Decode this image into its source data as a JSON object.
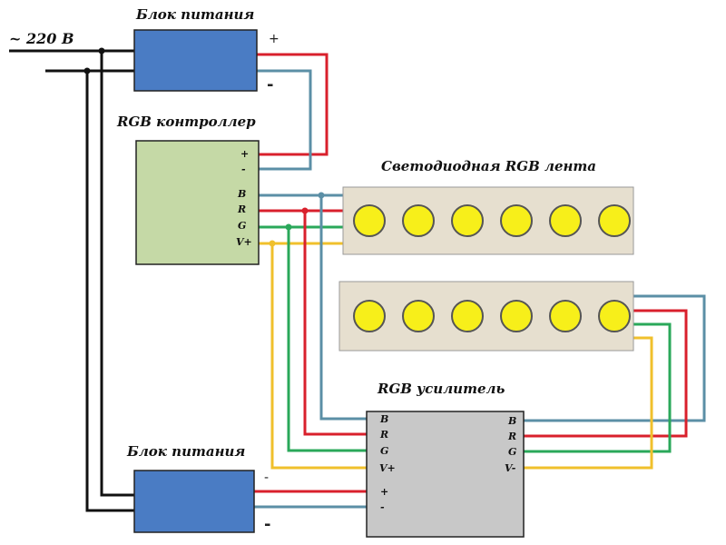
{
  "mains": {
    "label": "~ 220 В"
  },
  "psu_top": {
    "title": "Блок питания",
    "plus": "+",
    "minus": "-"
  },
  "controller": {
    "title": "RGB контроллер",
    "pins": [
      "+",
      "-",
      "B",
      "R",
      "G",
      "V+"
    ]
  },
  "strip": {
    "title": "Светодиодная RGB лента",
    "leds_per_segment": 6
  },
  "amplifier": {
    "title": "RGB усилитель",
    "in_pins": [
      "B",
      "R",
      "G",
      "V+",
      "+",
      "-"
    ],
    "out_pins": [
      "B",
      "R",
      "G",
      "V-"
    ]
  },
  "psu_bottom": {
    "title": "Блок питания",
    "minus_top": "-",
    "minus_bottom": "-"
  },
  "colors": {
    "psu_fill": "#4a7cc4",
    "controller_fill": "#c5d9a6",
    "amplifier_fill": "#c8c8c8",
    "strip_fill": "#e6dfcf",
    "led_fill": "#f7ef1a",
    "wire_red": "#d9202c",
    "wire_blue": "#5b8fa6",
    "wire_green": "#2aa85a",
    "wire_yellow": "#f0c02c",
    "wire_black": "#111111"
  }
}
